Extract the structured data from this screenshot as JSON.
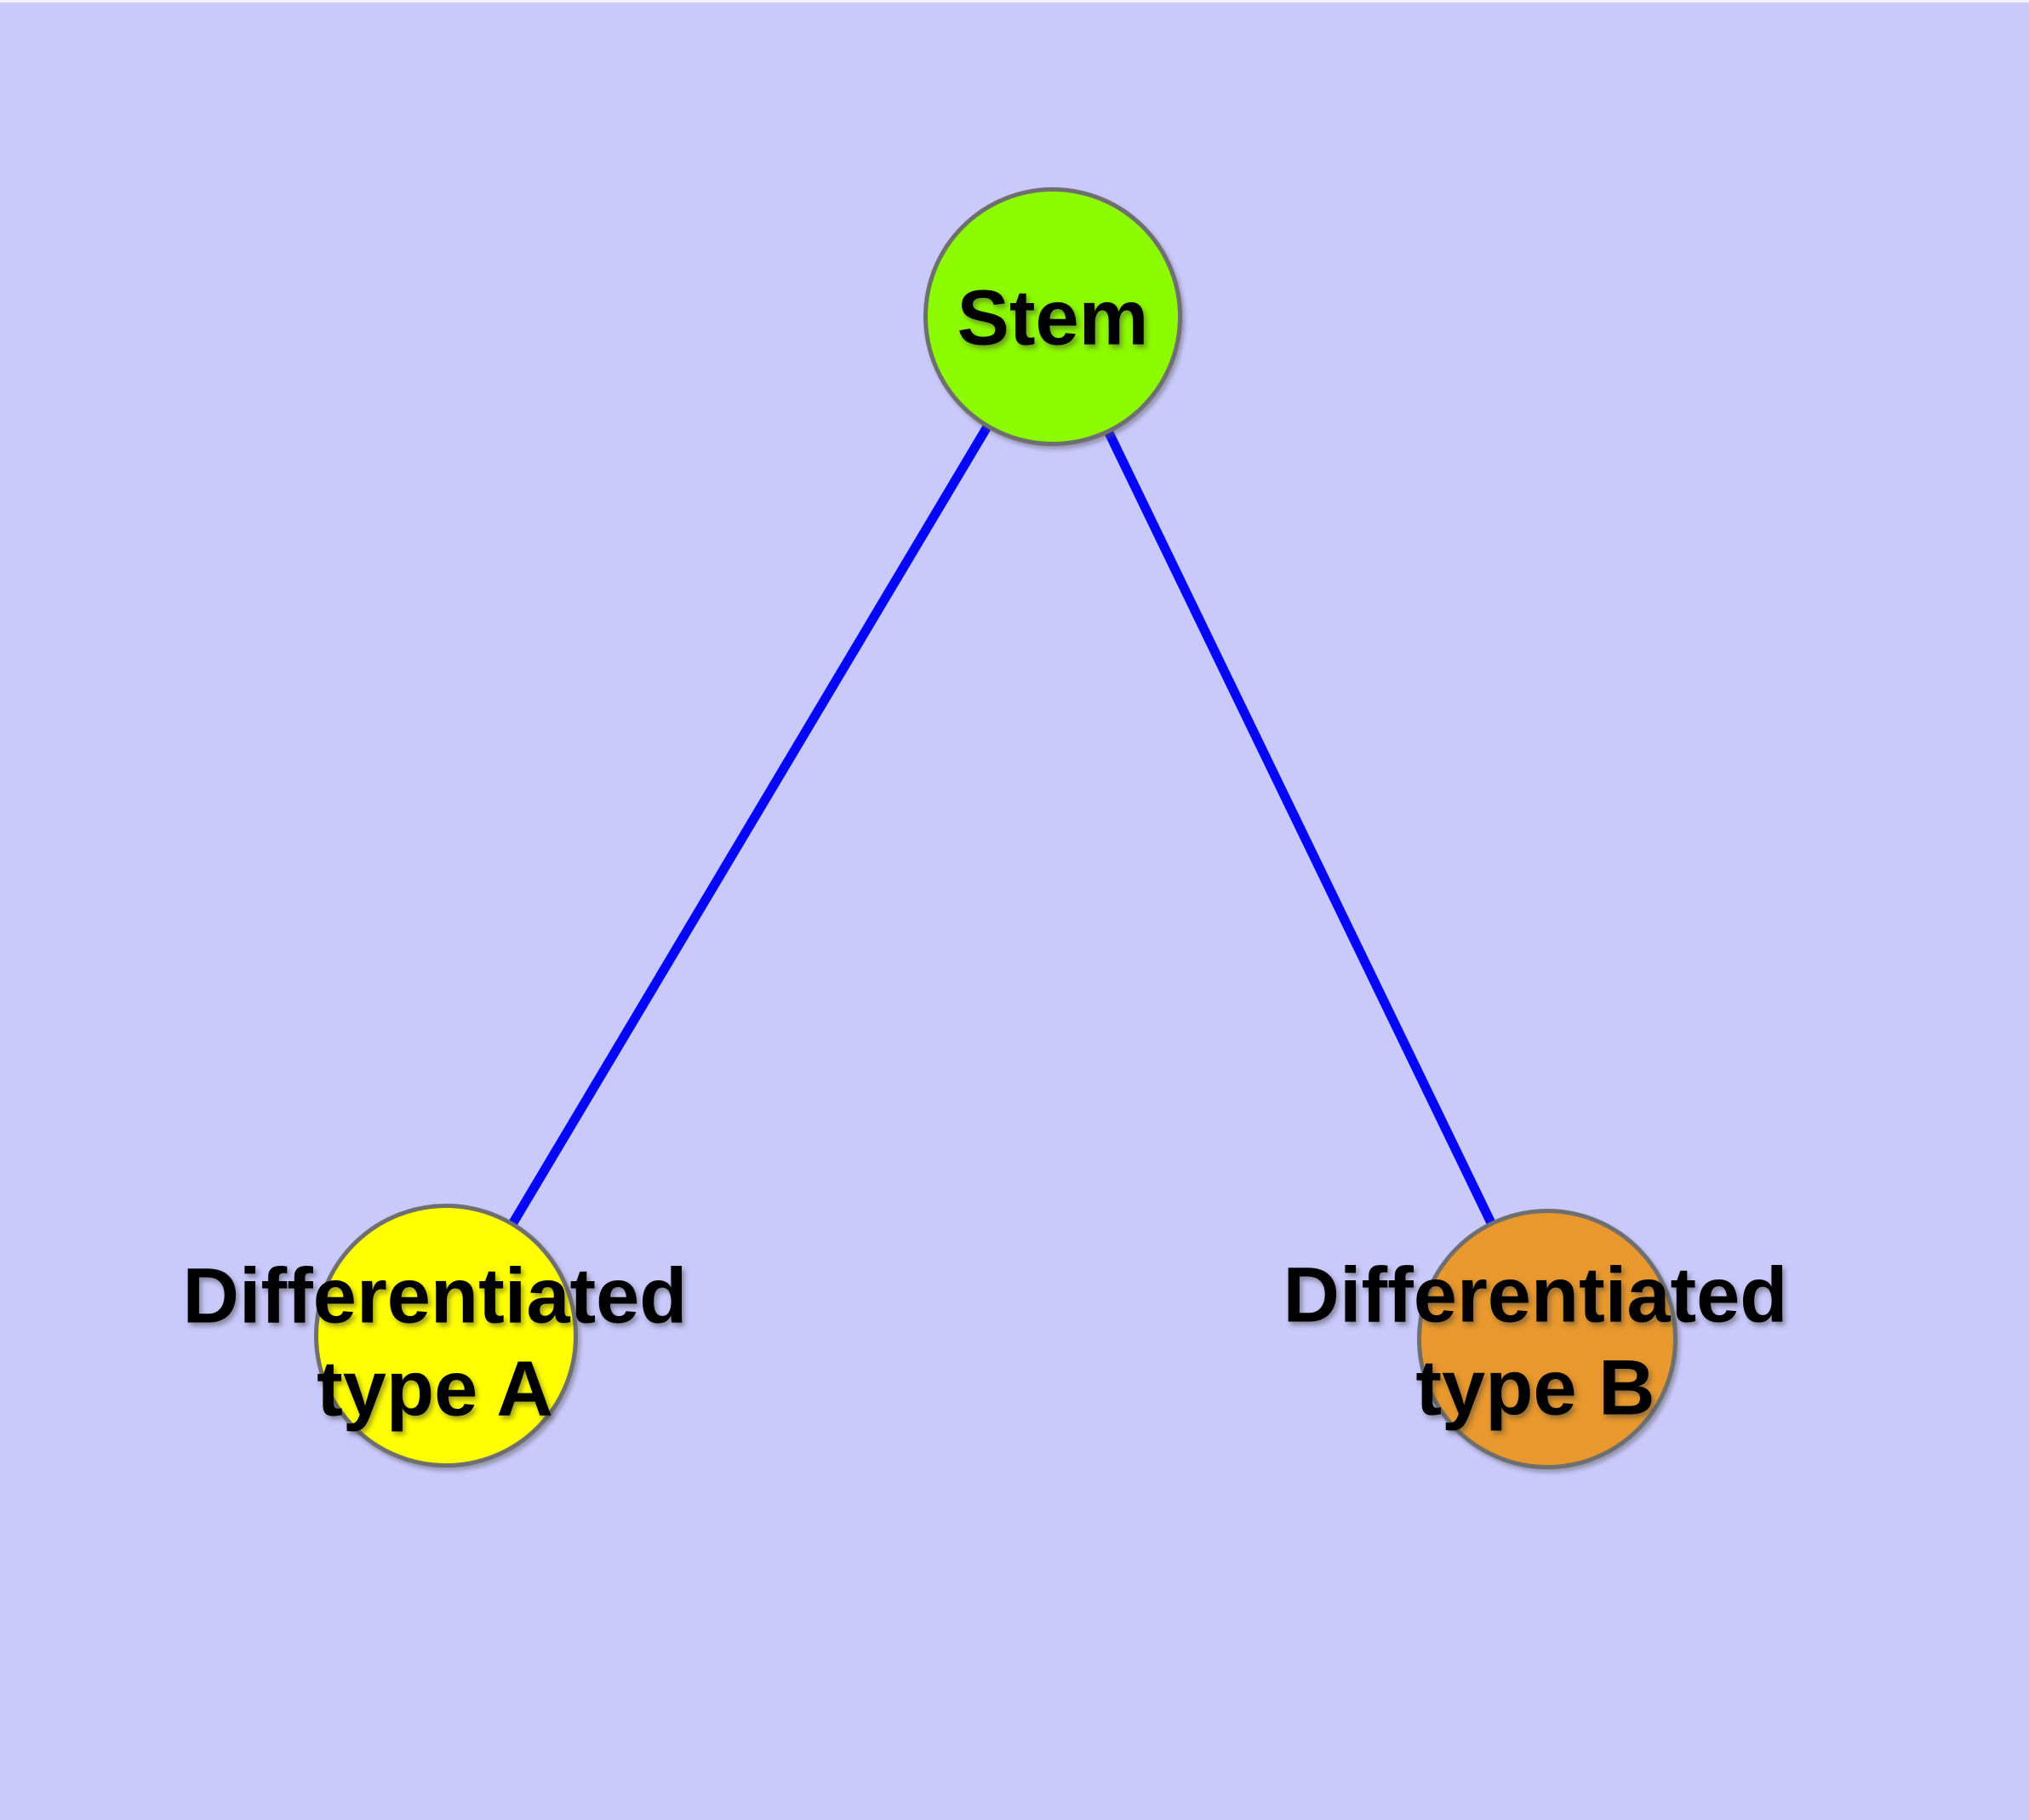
{
  "diagram": {
    "background_color": "#C9C9FC",
    "edge_color": "#0505F8",
    "node_border_color": "#6F6F6F",
    "text_color": "#000000",
    "nodes": {
      "stem": {
        "label": "Stem",
        "fill_color": "#8CFA00"
      },
      "typeA": {
        "label": "Differentiated\ntype A",
        "fill_color": "#FFFF00"
      },
      "typeB": {
        "label": "Differentiated\ntype B",
        "fill_color": "#E8982C"
      }
    },
    "edges": [
      {
        "from": "Stem",
        "to": "Differentiated type A"
      },
      {
        "from": "Stem",
        "to": "Differentiated type B"
      }
    ]
  }
}
